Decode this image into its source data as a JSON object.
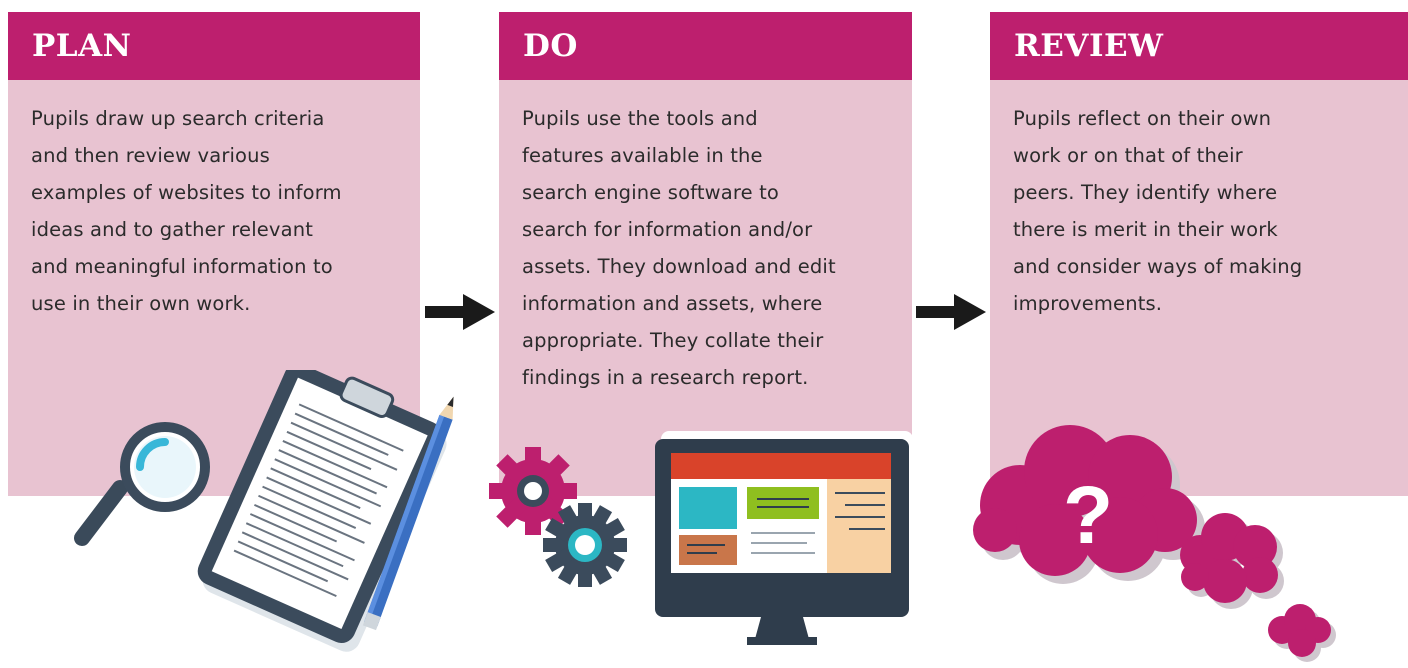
{
  "steps": [
    {
      "title": "PLAN",
      "lines": [
        "Pupils draw up search criteria",
        "and then review various",
        "examples of websites to inform",
        "ideas and to gather relevant",
        "and meaningful information to",
        "use in their own work."
      ]
    },
    {
      "title": "DO",
      "lines": [
        "Pupils use the tools and",
        "features available in the",
        "search engine software to",
        "search for information and/or",
        "assets. They download and edit",
        "information and assets, where",
        "appropriate. They collate their",
        "findings in a research report."
      ]
    },
    {
      "title": "REVIEW",
      "lines": [
        "Pupils reflect on their own",
        "work or on that of their",
        "peers. They identify where",
        "there is merit in their work",
        "and consider ways of making",
        "improvements."
      ]
    }
  ],
  "illustrations": {
    "review_symbol": "?"
  },
  "colors": {
    "header": "#bd1f6e",
    "panel": "#e8c3d1",
    "text": "#2b2b2b",
    "arrow": "#1a1a1a"
  },
  "icons": [
    "magnifier-icon",
    "clipboard-icon",
    "pencil-icon",
    "gear-icon",
    "monitor-icon",
    "thought-cloud-icon"
  ]
}
